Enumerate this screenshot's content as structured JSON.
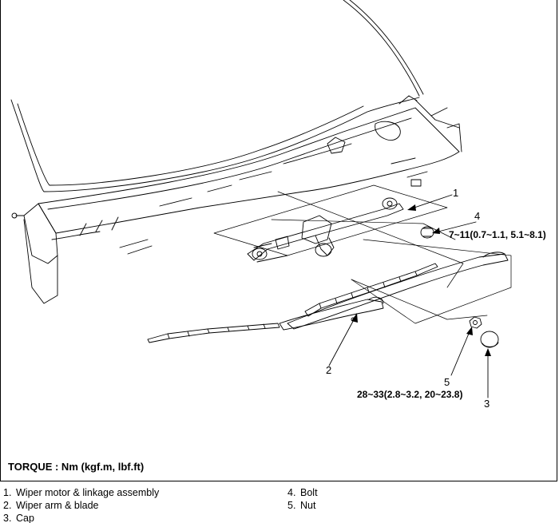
{
  "callouts": {
    "c1": "1",
    "c2": "2",
    "c3": "3",
    "c4": "4",
    "c5": "5"
  },
  "torque_values": {
    "bolt": "7~11(0.7~1.1, 5.1~8.1)",
    "nut": "28~33(2.8~3.2, 20~23.8)"
  },
  "torque_unit": "TORQUE : Nm (kgf.m, lbf.ft)",
  "legend": [
    {
      "number": "1.",
      "label": "Wiper motor & linkage assembly"
    },
    {
      "number": "2.",
      "label": "Wiper arm & blade"
    },
    {
      "number": "3.",
      "label": "Cap"
    },
    {
      "number": "4.",
      "label": "Bolt"
    },
    {
      "number": "5.",
      "label": "Nut"
    }
  ]
}
